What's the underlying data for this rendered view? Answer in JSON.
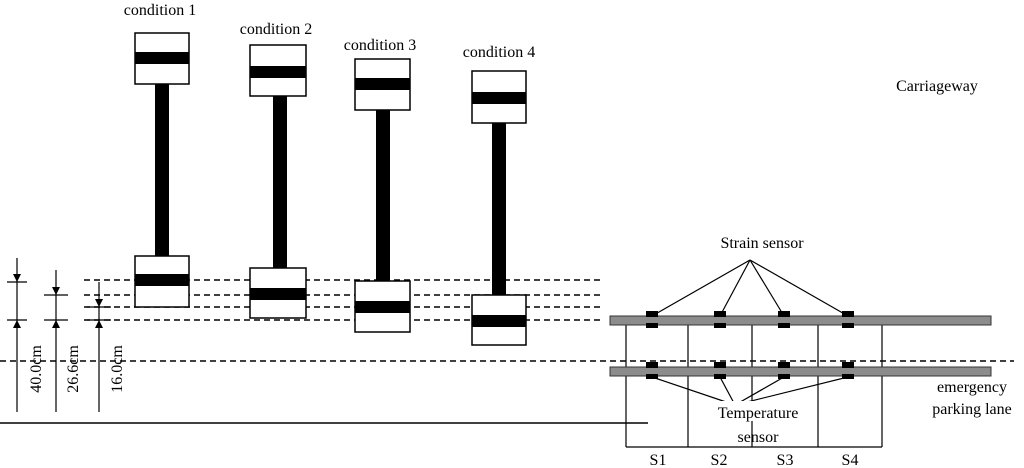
{
  "conditions": [
    {
      "label": "condition 1"
    },
    {
      "label": "condition 2"
    },
    {
      "label": "condition 3"
    },
    {
      "label": "condition 4"
    }
  ],
  "labels": {
    "carriageway": "Carriageway",
    "strain_sensor": "Strain sensor",
    "temperature_sensor_line1": "Temperature",
    "temperature_sensor_line2": "sensor",
    "emergency_line1": "emergency",
    "emergency_line2": "parking lane"
  },
  "dimensions": {
    "d1": "40.0cm",
    "d2": "26.6cm",
    "d3": "16.0cm"
  },
  "sections": [
    "S1",
    "S2",
    "S3",
    "S4"
  ]
}
